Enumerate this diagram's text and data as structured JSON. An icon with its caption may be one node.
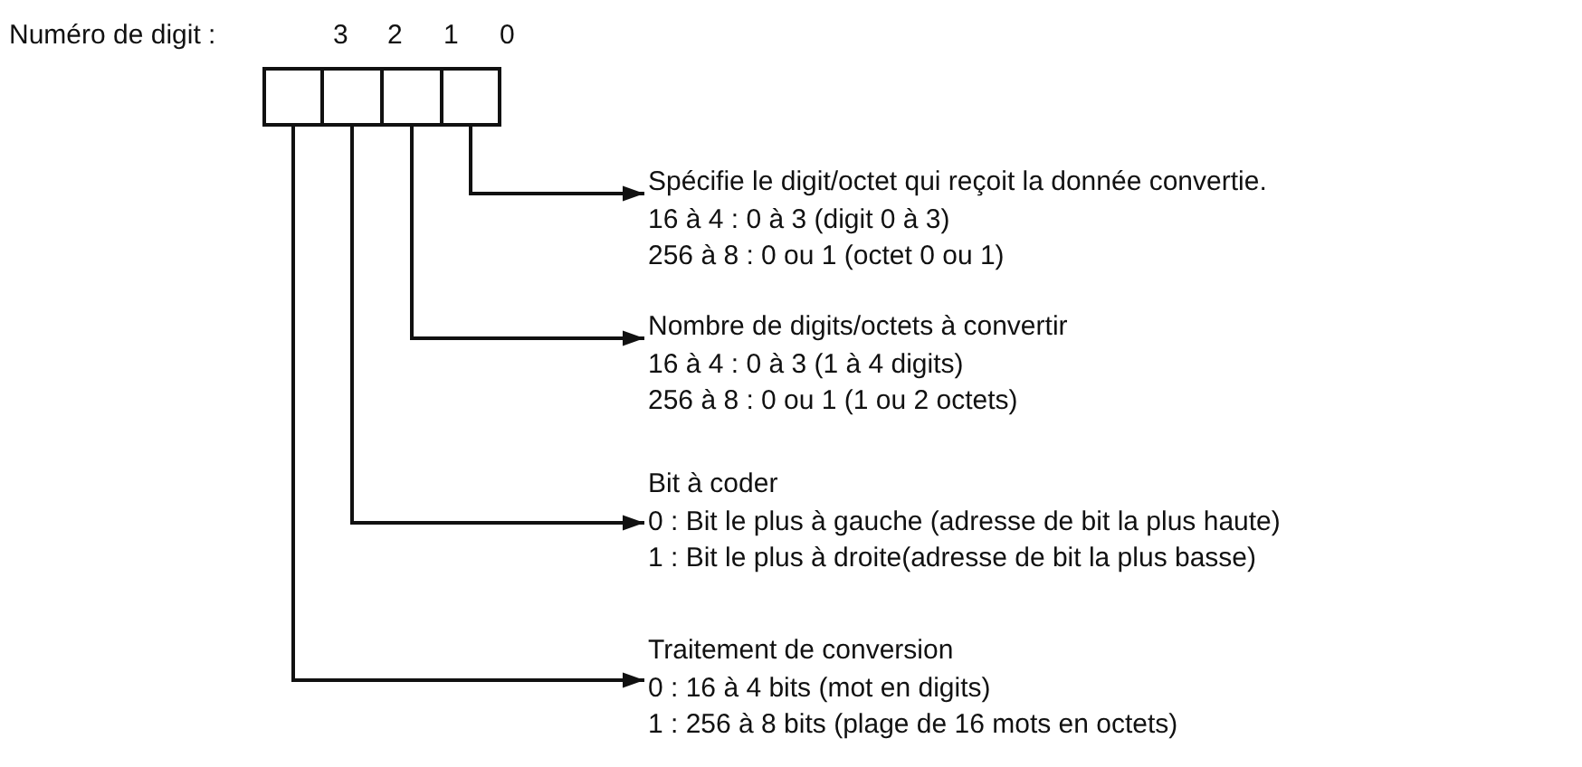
{
  "diagram": {
    "nodes": [
      {
        "text": [],
        "shape": "box"
      },
      {
        "text": [],
        "shape": "box"
      },
      {
        "text": [],
        "shape": "box"
      },
      {
        "text": [],
        "shape": "box"
      },
      {
        "text": [
          "Spécifie le digit/octet qui reçoit la donnée convertie.",
          "16 à 4 : 0 à 3 (digit 0 à 3)",
          "256 à 8 : 0 ou 1 (octet 0 ou 1)"
        ]
      },
      {
        "text": [
          "Nombre de digits/octets à convertir",
          "16 à 4 : 0 à 3 (1 à 4 digits)",
          "256 à 8 : 0 ou 1 (1 ou 2 octets)"
        ]
      },
      {
        "text": [
          "Bit à coder",
          "0 : Bit le plus à gauche (adresse de bit la plus haute)",
          "1 : Bit le plus à droite(adresse de bit la plus basse)"
        ]
      },
      {
        "text": [
          "Traitement de conversion",
          "0 : 16 à 4 bits (mot en digits)",
          "1 : 256 à 8 bits (plage de 16 mots en octets)"
        ]
      }
    ],
    "edges": [
      {
        "from": 3,
        "to": 4,
        "arrow": "to"
      },
      {
        "from": 2,
        "to": 5,
        "arrow": "to"
      },
      {
        "from": 1,
        "to": 6,
        "arrow": "to"
      },
      {
        "from": 0,
        "to": 7,
        "arrow": "to"
      }
    ],
    "labels": [
      "Numéro de digit :",
      "3",
      "2",
      "1",
      "0"
    ]
  }
}
